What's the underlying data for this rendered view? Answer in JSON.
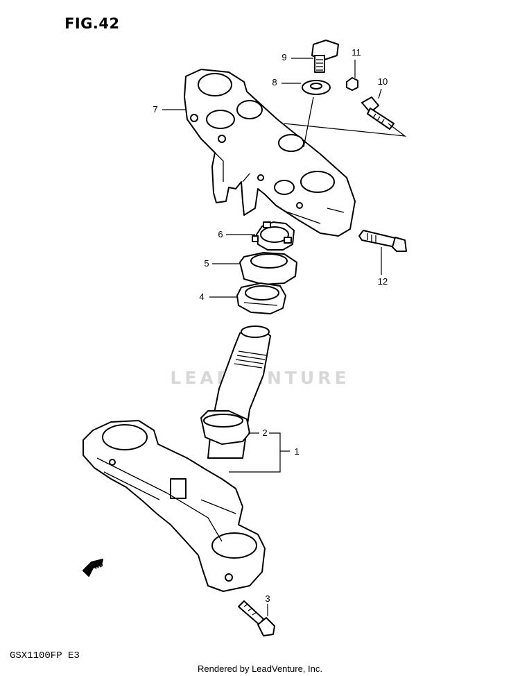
{
  "figure": {
    "title": "FIG.42",
    "model": "GSX1100FP E3",
    "footer": "Rendered by LeadVenture, Inc.",
    "watermark": "LEADVENTURE",
    "fwd_label": "FWD"
  },
  "callouts": [
    {
      "id": "1",
      "label": "1"
    },
    {
      "id": "2",
      "label": "2"
    },
    {
      "id": "3",
      "label": "3"
    },
    {
      "id": "4",
      "label": "4"
    },
    {
      "id": "5",
      "label": "5"
    },
    {
      "id": "6",
      "label": "6"
    },
    {
      "id": "7",
      "label": "7"
    },
    {
      "id": "8",
      "label": "8"
    },
    {
      "id": "9",
      "label": "9"
    },
    {
      "id": "10",
      "label": "10"
    },
    {
      "id": "11",
      "label": "11"
    },
    {
      "id": "12",
      "label": "12"
    }
  ]
}
